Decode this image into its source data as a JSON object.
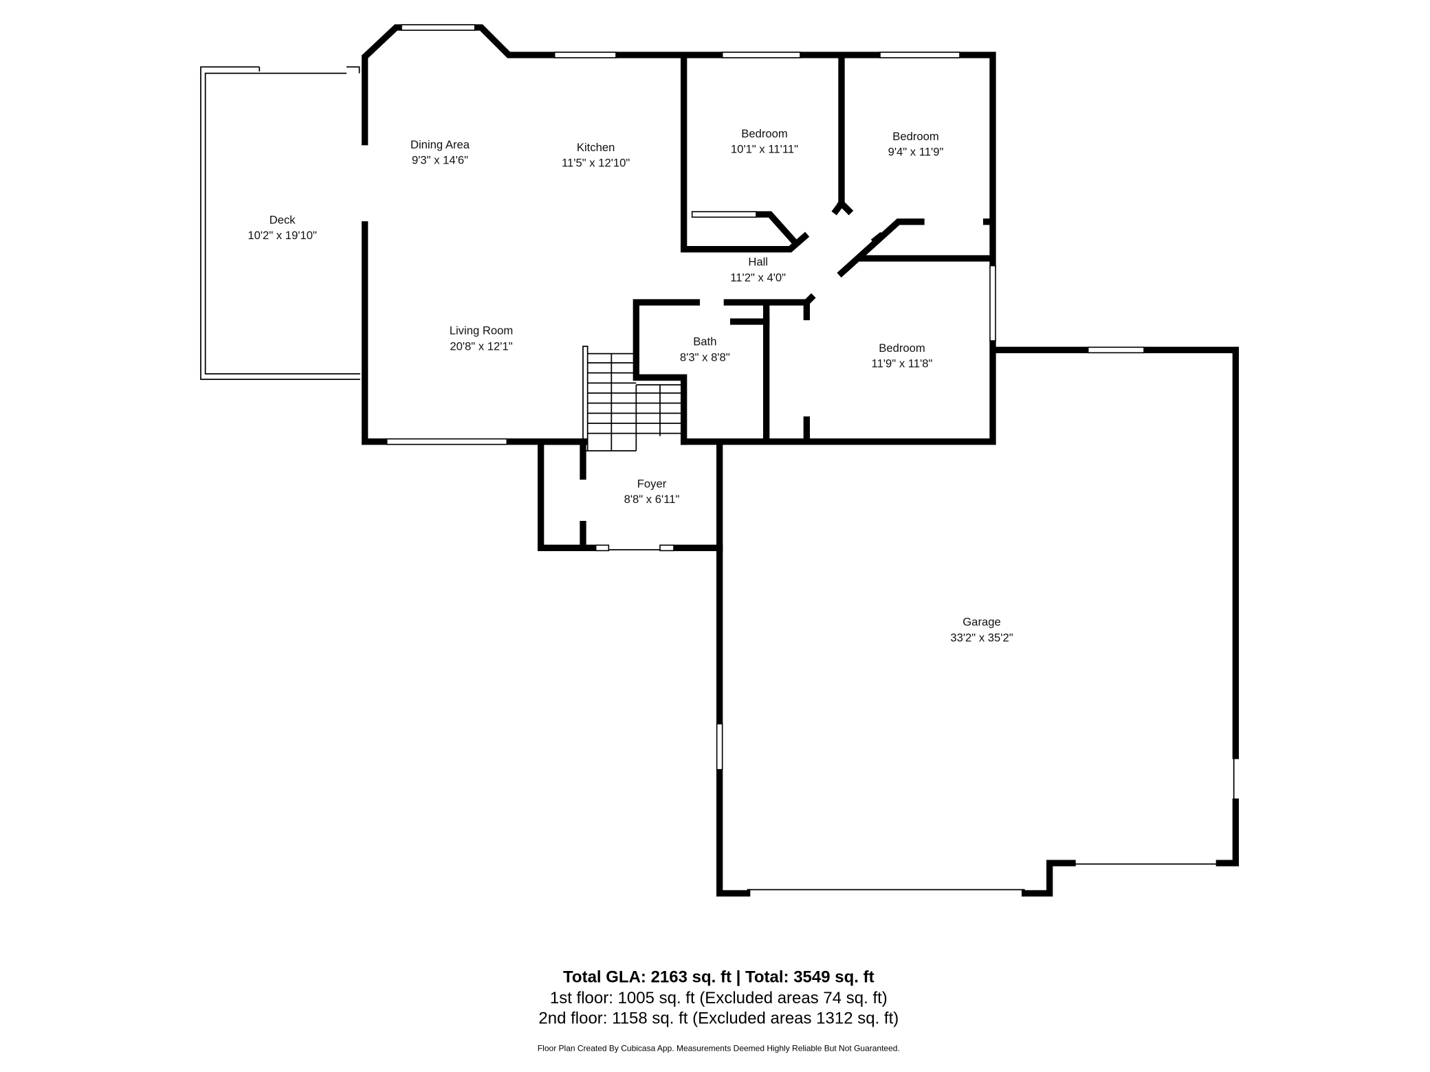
{
  "rooms": [
    {
      "name": "Deck",
      "size": "10'2\" x 19'10\""
    },
    {
      "name": "Dining Area",
      "size": "9'3\" x 14'6\""
    },
    {
      "name": "Kitchen",
      "size": "11'5\" x 12'10\""
    },
    {
      "name": "Bedroom",
      "size": "10'1\" x 11'11\""
    },
    {
      "name": "Bedroom",
      "size": "9'4\" x 11'9\""
    },
    {
      "name": "Hall",
      "size": "11'2\" x 4'0\""
    },
    {
      "name": "Living Room",
      "size": "20'8\" x 12'1\""
    },
    {
      "name": "Bath",
      "size": "8'3\" x 8'8\""
    },
    {
      "name": "Bedroom",
      "size": "11'9\" x 11'8\""
    },
    {
      "name": "Foyer",
      "size": "8'8\" x 6'11\""
    },
    {
      "name": "Garage",
      "size": "33'2\" x 35'2\""
    }
  ],
  "summary": {
    "total": "Total GLA: 2163 sq. ft | Total: 3549 sq. ft",
    "floor1": "1st floor: 1005 sq. ft (Excluded areas 74 sq. ft)",
    "floor2": "2nd floor: 1158 sq. ft (Excluded areas 1312 sq. ft)",
    "disclaimer": "Floor Plan Created By Cubicasa App. Measurements Deemed Highly Reliable But Not Guaranteed."
  }
}
